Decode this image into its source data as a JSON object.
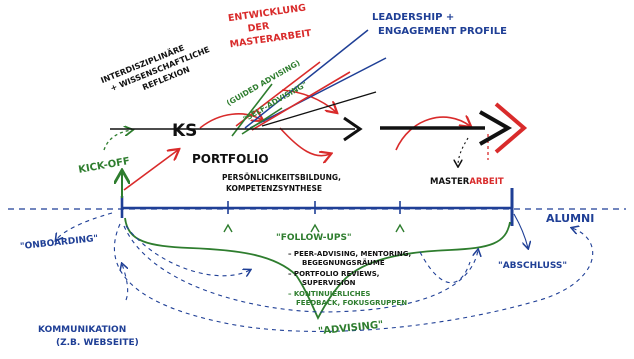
{
  "labels": {
    "interdisciplinary": [
      "Interdisziplinäre",
      "+ wissenschaftliche",
      "Reflexion"
    ],
    "entwicklung": [
      "Entwicklung",
      "der",
      "Masterarbeit"
    ],
    "leadership": [
      "Leadership +",
      "Engagement Profile"
    ],
    "guided_advising": "(Guided Advising)",
    "self_advising": "\"Self-Advising\"",
    "ks": "KS",
    "portfolio": "Portfolio",
    "persoenlichkeit": [
      "Persönlichkeitsbildung,",
      "Kompetenzsynthese"
    ],
    "kickoff": "Kick-off",
    "master": "Master",
    "arbeit": "arbeit",
    "alumni": "Alumni",
    "onboarding": "\"Onboarding\"",
    "abschluss": "\"Abschluss\"",
    "follow_ups": "\"Follow-ups\"",
    "follow_items": [
      "– Peer-Advising, Mentoring,",
      "Begegnungsräume",
      "– Portfolio Reviews,",
      "Supervision",
      "– Kontinuierliches",
      "Feedback, Fokusgruppen"
    ],
    "advising": "\"Advising\"",
    "kommunikation": [
      "Kommunikation",
      "(z.B. Webseite)"
    ]
  },
  "colors": {
    "blue": "#1f3f96",
    "red": "#d92b2b",
    "green": "#2e7d2e",
    "black": "#111111"
  },
  "icons": [
    "arrow-icon",
    "timeline-marker-icon"
  ]
}
